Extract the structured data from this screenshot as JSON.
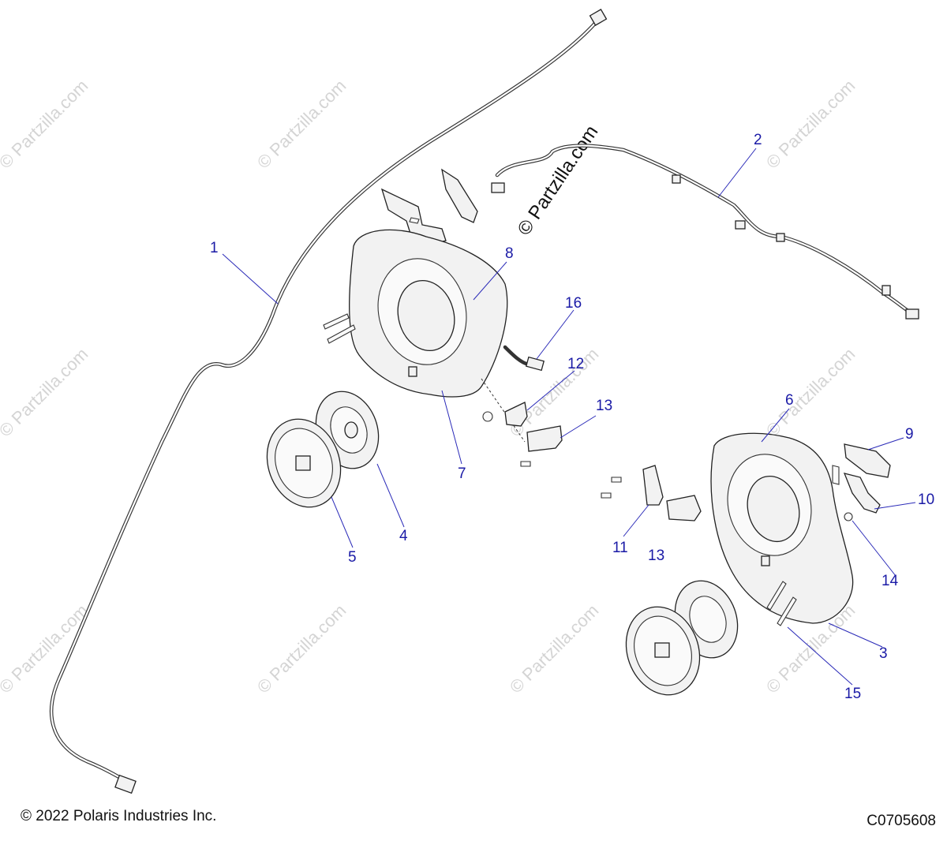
{
  "watermark": {
    "tile_text": "© Partzilla.com",
    "center_text": "© Partzilla.com"
  },
  "callouts": [
    {
      "id": "1",
      "label": "1"
    },
    {
      "id": "2",
      "label": "2"
    },
    {
      "id": "3",
      "label": "3"
    },
    {
      "id": "4",
      "label": "4"
    },
    {
      "id": "5",
      "label": "5"
    },
    {
      "id": "6",
      "label": "6"
    },
    {
      "id": "7",
      "label": "7"
    },
    {
      "id": "8",
      "label": "8"
    },
    {
      "id": "9",
      "label": "9"
    },
    {
      "id": "10",
      "label": "10"
    },
    {
      "id": "11",
      "label": "11"
    },
    {
      "id": "12",
      "label": "12"
    },
    {
      "id": "13a",
      "label": "13"
    },
    {
      "id": "13b",
      "label": "13"
    },
    {
      "id": "14",
      "label": "14"
    },
    {
      "id": "15",
      "label": "15"
    },
    {
      "id": "16",
      "label": "16"
    }
  ],
  "footer": {
    "copyright": "© 2022 Polaris Industries Inc.",
    "drawing_code": "C0705608"
  },
  "colors": {
    "callout": "#1a1aa6",
    "leader": "#2a2ab8",
    "watermark": "#d4d4d4",
    "line_art": "#222222"
  }
}
